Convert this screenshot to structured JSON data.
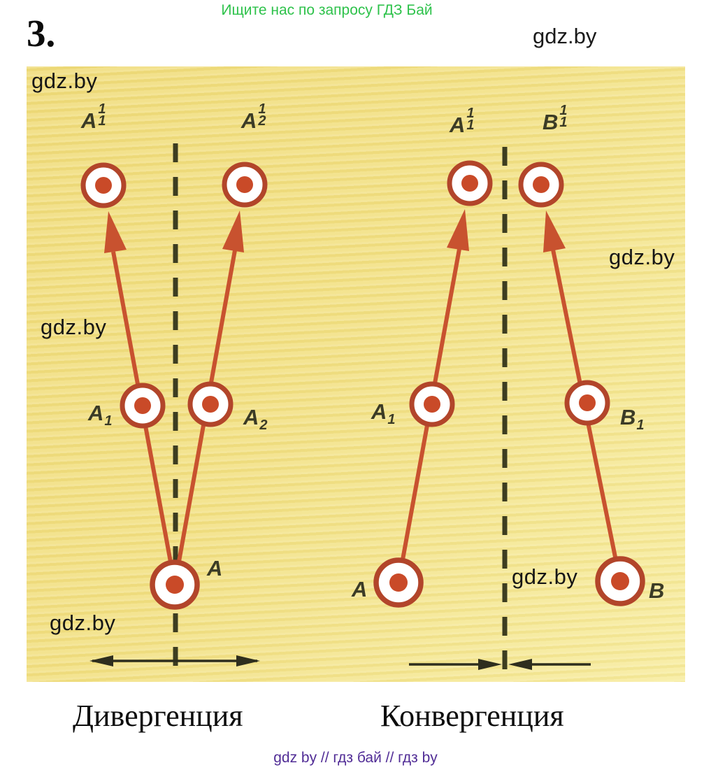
{
  "header": {
    "promo": "Ищите нас по запросу ГДЗ Бай",
    "exercise_number": "3.",
    "site": "gdz.by"
  },
  "watermarks": [
    "gdz.by",
    "gdz.by",
    "gdz.by",
    "gdz.by",
    "gdz.by"
  ],
  "figure": {
    "left": {
      "caption": "Дивергенция",
      "labels": {
        "top_left": {
          "letter": "A",
          "sup": "1",
          "sub": "1"
        },
        "top_right": {
          "letter": "A",
          "sup": "1",
          "sub": "2"
        },
        "mid_left": {
          "letter": "A",
          "sub": "1"
        },
        "mid_right": {
          "letter": "A",
          "sub": "2"
        },
        "bottom": {
          "letter": "A"
        }
      }
    },
    "right": {
      "caption": "Конвергенция",
      "labels": {
        "top_left": {
          "letter": "A",
          "sup": "1",
          "sub": "1"
        },
        "top_right": {
          "letter": "B",
          "sup": "1",
          "sub": "1"
        },
        "mid_left": {
          "letter": "A",
          "sub": "1"
        },
        "mid_right": {
          "letter": "B",
          "sub": "1"
        },
        "bottom_left": {
          "letter": "A"
        },
        "bottom_right": {
          "letter": "B"
        }
      }
    }
  },
  "footer": {
    "text": "gdz by  //  гдз бай  //  гдз by"
  },
  "colors": {
    "accent_green": "#2ec24b",
    "footer_purple": "#512d96",
    "arrow_red": "#c8522f",
    "ring_red": "#b2452a",
    "dot_red": "#c94a28",
    "dash_olive": "#3d3d20",
    "label_olive": "#3b3b26",
    "bg_yellow": "#f2e082"
  }
}
